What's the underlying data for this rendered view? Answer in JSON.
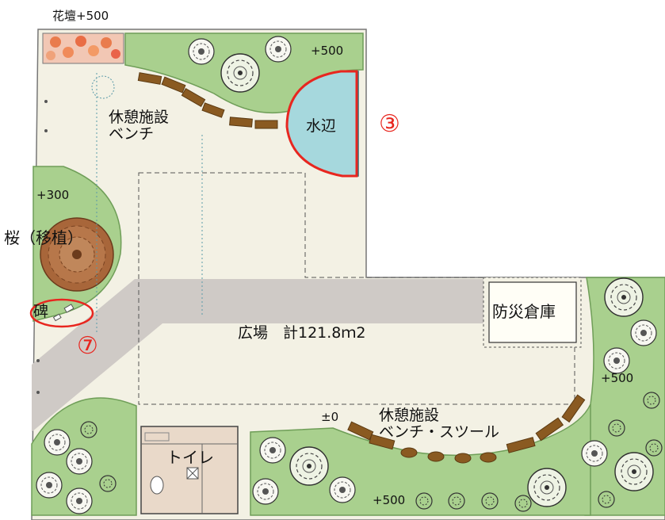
{
  "labels": {
    "flowerbed": "花壇+500",
    "elev_top": "+500",
    "rest_bench_top": "休憩施設\nベンチ",
    "waterside": "水辺",
    "elev_left": "+300",
    "cherry": "桜（移植）",
    "monument": "碑",
    "storage": "防災倉庫",
    "plaza": "広場　計121.8ｍ2",
    "elev_zero": "±0",
    "rest_bench_bottom": "休憩施設\nベンチ・スツール",
    "toilet": "トイレ",
    "elev_right": "+500",
    "elev_bottom": "+500"
  },
  "markers": {
    "waterside": "③",
    "monument": "⑦"
  },
  "colors": {
    "lawn": "#a9d08e",
    "lawn_edge": "#6f9e58",
    "plaza": "#f3f1e4",
    "path": "#cfcac6",
    "water": "#a6d8dd",
    "highlight": "#e8261f",
    "bench": "#8a5a21",
    "cherry": "#a8663a"
  }
}
